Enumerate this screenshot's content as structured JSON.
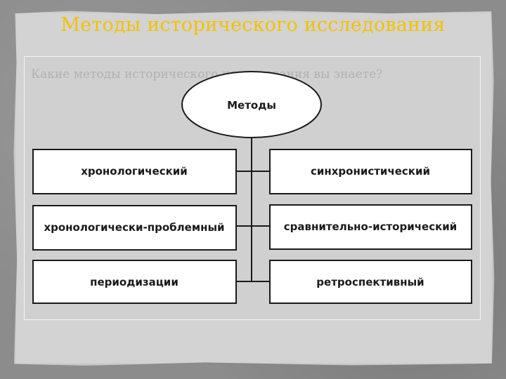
{
  "title": "Методы исторического исследования",
  "background_hint_text": "Какие методы исторического исследования вы знаете?",
  "diagram": {
    "root": "Методы",
    "left": [
      "хронологический",
      "хронологически-проблемный",
      "периодизации"
    ],
    "right": [
      "синхронистический",
      "сравнительно-исторический",
      "ретроспективный"
    ]
  },
  "colors": {
    "title": "#f2c200",
    "paper": "#d3d3d3",
    "box_fill": "#ffffff",
    "box_stroke": "#1a1a1a"
  }
}
